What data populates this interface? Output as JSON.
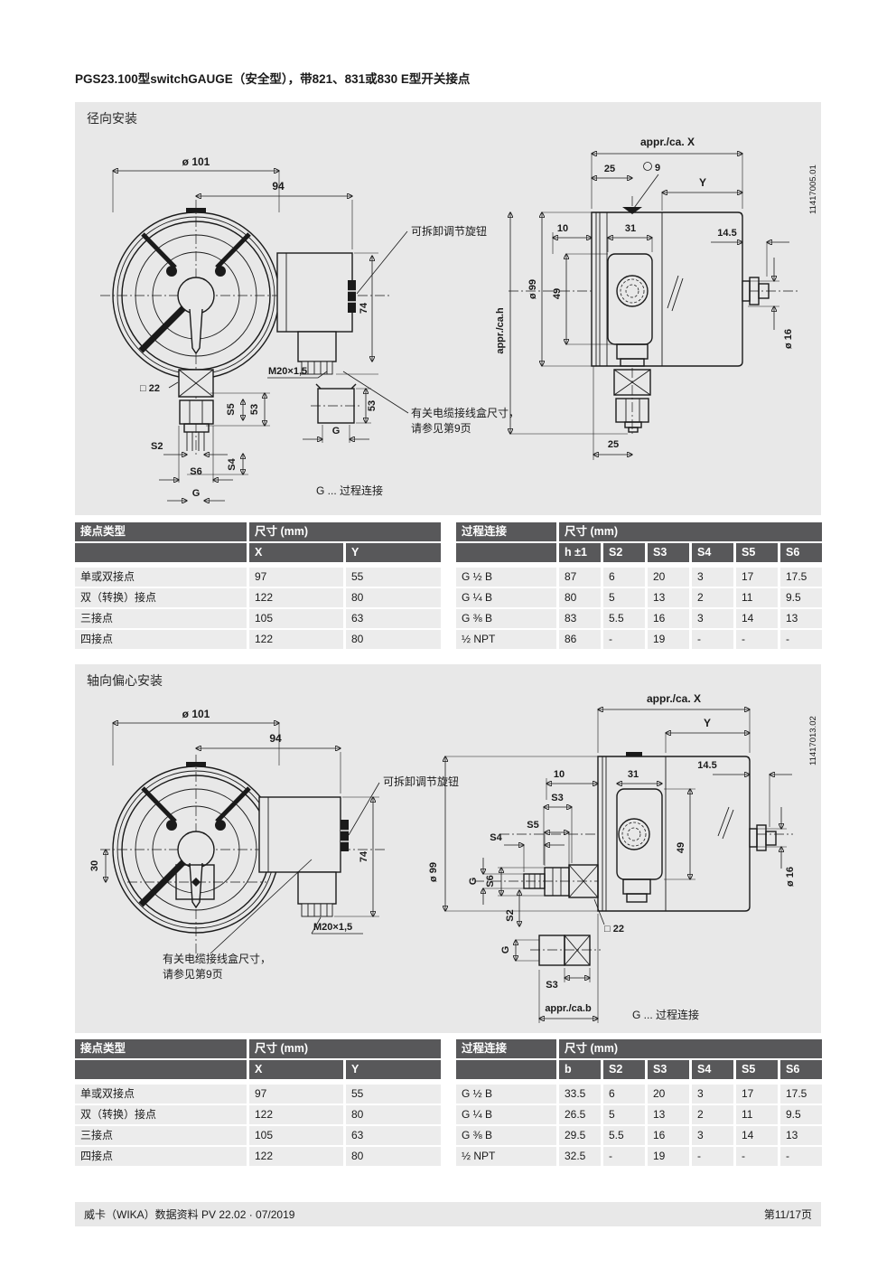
{
  "page": {
    "title": "PGS23.100型switchGAUGE（安全型），带821、831或830 E型开关接点",
    "footer_left": "威卡（WIKA）数据资料 PV 22.02 · 07/2019",
    "footer_right": "第11/17页"
  },
  "colors": {
    "table_header_bg": "#58585a",
    "table_row_bg": "#ececec",
    "panel_bg": "#e8e8e8",
    "line": "#1a1a1a"
  },
  "sections": {
    "radial": {
      "heading": "径向安装",
      "drawing_number": "11417005.01"
    },
    "axial": {
      "heading": "轴向偏心安装",
      "drawing_number": "11417013.02"
    }
  },
  "labels": {
    "dia101": "ø 101",
    "w94": "94",
    "knob_note": "可拆卸调节旋钮",
    "h74": "74",
    "m20": "M20×1,5",
    "sq22": "□ 22",
    "s2": "S2",
    "s3": "S3",
    "s4": "S4",
    "s5": "S5",
    "s6": "S6",
    "g": "G",
    "n53": "53",
    "h30": "30",
    "appr_x": "appr./ca. X",
    "appr_h": "appr./ca.h",
    "appr_b": "appr./ca.b",
    "n25": "25",
    "hole9": "9",
    "y": "Y",
    "n10": "10",
    "n31": "31",
    "n145": "14.5",
    "dia99": "ø 99",
    "n49": "49",
    "dia16": "ø 16",
    "cable_note_line1": "有关电缆接线盒尺寸，",
    "cable_note_line2": "请参见第9页",
    "g_note": "G ... 过程连接"
  },
  "radial_tables": {
    "contact": {
      "header_col": "接点类型",
      "header_dims": "尺寸 (mm)",
      "columns": [
        "X",
        "Y"
      ],
      "rows": [
        {
          "label": "单或双接点",
          "v": [
            "97",
            "55"
          ]
        },
        {
          "label": "双（转换）接点",
          "v": [
            "122",
            "80"
          ]
        },
        {
          "label": "三接点",
          "v": [
            "105",
            "63"
          ]
        },
        {
          "label": "四接点",
          "v": [
            "122",
            "80"
          ]
        }
      ]
    },
    "process": {
      "header_col": "过程连接",
      "header_dims": "尺寸 (mm)",
      "columns": [
        "h ±1",
        "S2",
        "S3",
        "S4",
        "S5",
        "S6"
      ],
      "rows": [
        {
          "label": "G ½ B",
          "v": [
            "87",
            "6",
            "20",
            "3",
            "17",
            "17.5"
          ]
        },
        {
          "label": "G ¼ B",
          "v": [
            "80",
            "5",
            "13",
            "2",
            "11",
            "9.5"
          ]
        },
        {
          "label": "G ⅜ B",
          "v": [
            "83",
            "5.5",
            "16",
            "3",
            "14",
            "13"
          ]
        },
        {
          "label": "½ NPT",
          "v": [
            "86",
            "-",
            "19",
            "-",
            "-",
            "-"
          ]
        }
      ]
    }
  },
  "axial_tables": {
    "contact": {
      "header_col": "接点类型",
      "header_dims": "尺寸 (mm)",
      "columns": [
        "X",
        "Y"
      ],
      "rows": [
        {
          "label": "单或双接点",
          "v": [
            "97",
            "55"
          ]
        },
        {
          "label": "双（转换）接点",
          "v": [
            "122",
            "80"
          ]
        },
        {
          "label": "三接点",
          "v": [
            "105",
            "63"
          ]
        },
        {
          "label": "四接点",
          "v": [
            "122",
            "80"
          ]
        }
      ]
    },
    "process": {
      "header_col": "过程连接",
      "header_dims": "尺寸 (mm)",
      "columns": [
        "b",
        "S2",
        "S3",
        "S4",
        "S5",
        "S6"
      ],
      "rows": [
        {
          "label": "G ½ B",
          "v": [
            "33.5",
            "6",
            "20",
            "3",
            "17",
            "17.5"
          ]
        },
        {
          "label": "G ¼ B",
          "v": [
            "26.5",
            "5",
            "13",
            "2",
            "11",
            "9.5"
          ]
        },
        {
          "label": "G ⅜ B",
          "v": [
            "29.5",
            "5.5",
            "16",
            "3",
            "14",
            "13"
          ]
        },
        {
          "label": "½ NPT",
          "v": [
            "32.5",
            "-",
            "19",
            "-",
            "-",
            "-"
          ]
        }
      ]
    }
  }
}
